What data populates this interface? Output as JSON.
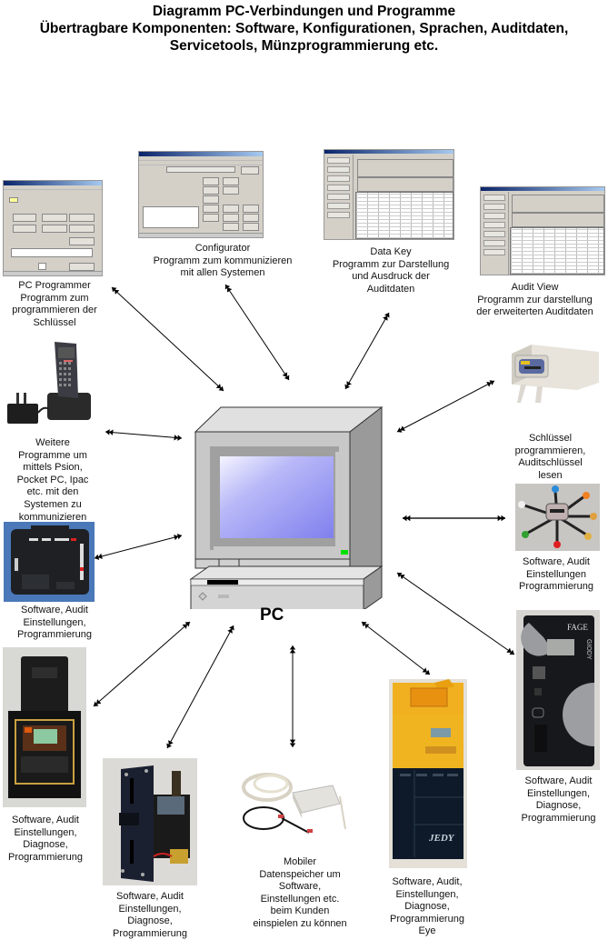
{
  "title": {
    "line1": "Diagramm PC-Verbindungen und Programme",
    "line2": "Übertragbare Komponenten: Software, Konfigurationen, Sprachen, Auditdaten,",
    "line3": "Servicetools, Münzprogrammierung etc."
  },
  "center": {
    "label": "PC",
    "icon": "desktop-computer-icon",
    "screen_color": "#8f8ff0",
    "led_color": "#00e000"
  },
  "nodes": [
    {
      "id": "pc-programmer",
      "image": "software-screenshot",
      "caption": [
        "PC Programmer",
        "Programm zum",
        "programmieren der",
        "Schlüssel"
      ]
    },
    {
      "id": "configurator",
      "image": "software-screenshot",
      "caption": [
        "Configurator",
        "Programm zum kommunizieren",
        "mit allen Systemen"
      ]
    },
    {
      "id": "data-key",
      "image": "software-screenshot",
      "caption": [
        "Data Key",
        "Programm zur Darstellung",
        "und Ausdruck der",
        "Auditdaten"
      ]
    },
    {
      "id": "audit-view",
      "image": "software-screenshot",
      "caption": [
        "Audit View",
        "Programm zur darstellung",
        "der erweiterten Auditdaten"
      ]
    },
    {
      "id": "handheld",
      "image": "handheld-terminal-photo",
      "caption": [
        "Weitere",
        "Programme um",
        "mittels Psion,",
        "Pocket PC, Ipac",
        "etc. mit den",
        "Systemen zu",
        "kommunizieren"
      ]
    },
    {
      "id": "key-programmer",
      "image": "key-programmer-device-photo",
      "caption": [
        "Schlüssel",
        "programmieren,",
        "Auditschlüssel",
        "lesen"
      ]
    },
    {
      "id": "keys",
      "image": "audit-keys-photo",
      "caption": [
        "Software, Audit",
        "Einstellungen",
        "Programmierung"
      ]
    },
    {
      "id": "control-board",
      "image": "control-board-photo",
      "caption": [
        "Software, Audit",
        "Einstellungen,",
        "Programmierung"
      ]
    },
    {
      "id": "bill-validator",
      "image": "bill-validator-photo",
      "caption": [
        "Software, Audit",
        "Einstellungen,",
        "Diagnose,",
        "Programmierung"
      ]
    },
    {
      "id": "coin-validator",
      "image": "coin-validator-photo",
      "caption": [
        "Software, Audit",
        "Einstellungen,",
        "Diagnose,",
        "Programmierung"
      ]
    },
    {
      "id": "mobile-storage",
      "image": "mobile-data-storage-photo",
      "caption": [
        "Mobiler",
        "Datenspeicher  um",
        "Software,",
        "Einstellungen etc.",
        "beim Kunden",
        "einspielen zu können"
      ]
    },
    {
      "id": "coin-changer",
      "image": "coin-changer-photo",
      "product_mark": "JEDY",
      "caption": [
        "Software, Audit,",
        "Einstellungen,",
        "Diagnose,",
        "Programmierung",
        "Eye"
      ]
    },
    {
      "id": "giody",
      "image": "coin-acceptor-photo",
      "product_mark": [
        "FAGE",
        "GIODY"
      ],
      "caption": [
        "Software, Audit",
        "Einstellungen,",
        "Diagnose,",
        "Programmierung"
      ]
    }
  ],
  "connections": {
    "style": "bidirectional-arrow",
    "from": "PC",
    "to": [
      "pc-programmer",
      "configurator",
      "data-key",
      "audit-view",
      "handheld",
      "key-programmer",
      "keys",
      "control-board",
      "bill-validator",
      "coin-validator",
      "mobile-storage",
      "coin-changer",
      "giody"
    ]
  }
}
